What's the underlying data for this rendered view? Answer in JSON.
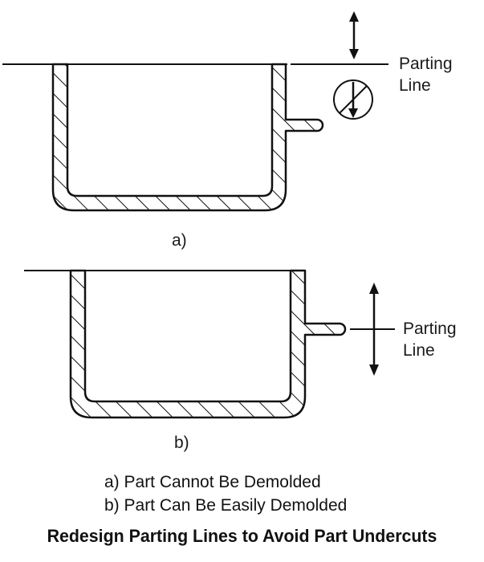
{
  "diagram_a": {
    "caption": "a)",
    "parting_label": [
      "Parting",
      "Line"
    ]
  },
  "diagram_b": {
    "caption": "b)",
    "parting_label": [
      "Parting",
      "Line"
    ]
  },
  "notes": [
    "a) Part Cannot Be Demolded",
    "b) Part Can Be Easily Demolded"
  ],
  "title": "Redesign Parting Lines to Avoid Part Undercuts"
}
